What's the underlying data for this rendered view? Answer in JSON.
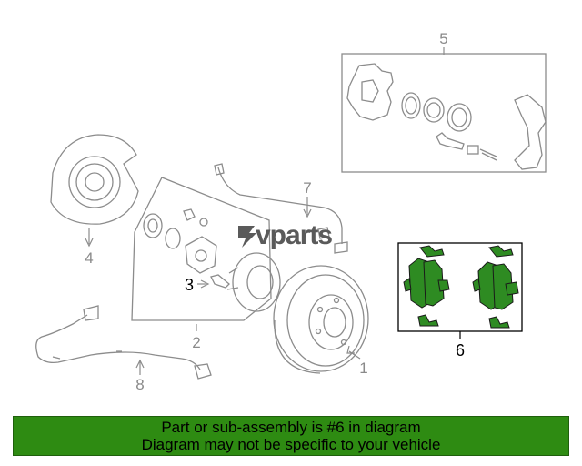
{
  "logo": {
    "text": "vparts"
  },
  "callouts": {
    "c1": "1",
    "c2": "2",
    "c3": "3",
    "c4": "4",
    "c5": "5",
    "c6": "6",
    "c7": "7",
    "c8": "8"
  },
  "banner": {
    "line1": "Part or sub-assembly is #6 in diagram",
    "line2": "Diagram may not be specific to your vehicle"
  },
  "colors": {
    "banner_bg": "#2e8b12",
    "highlight_part": "#2e8b22",
    "line_art": "#8c8c8c"
  }
}
